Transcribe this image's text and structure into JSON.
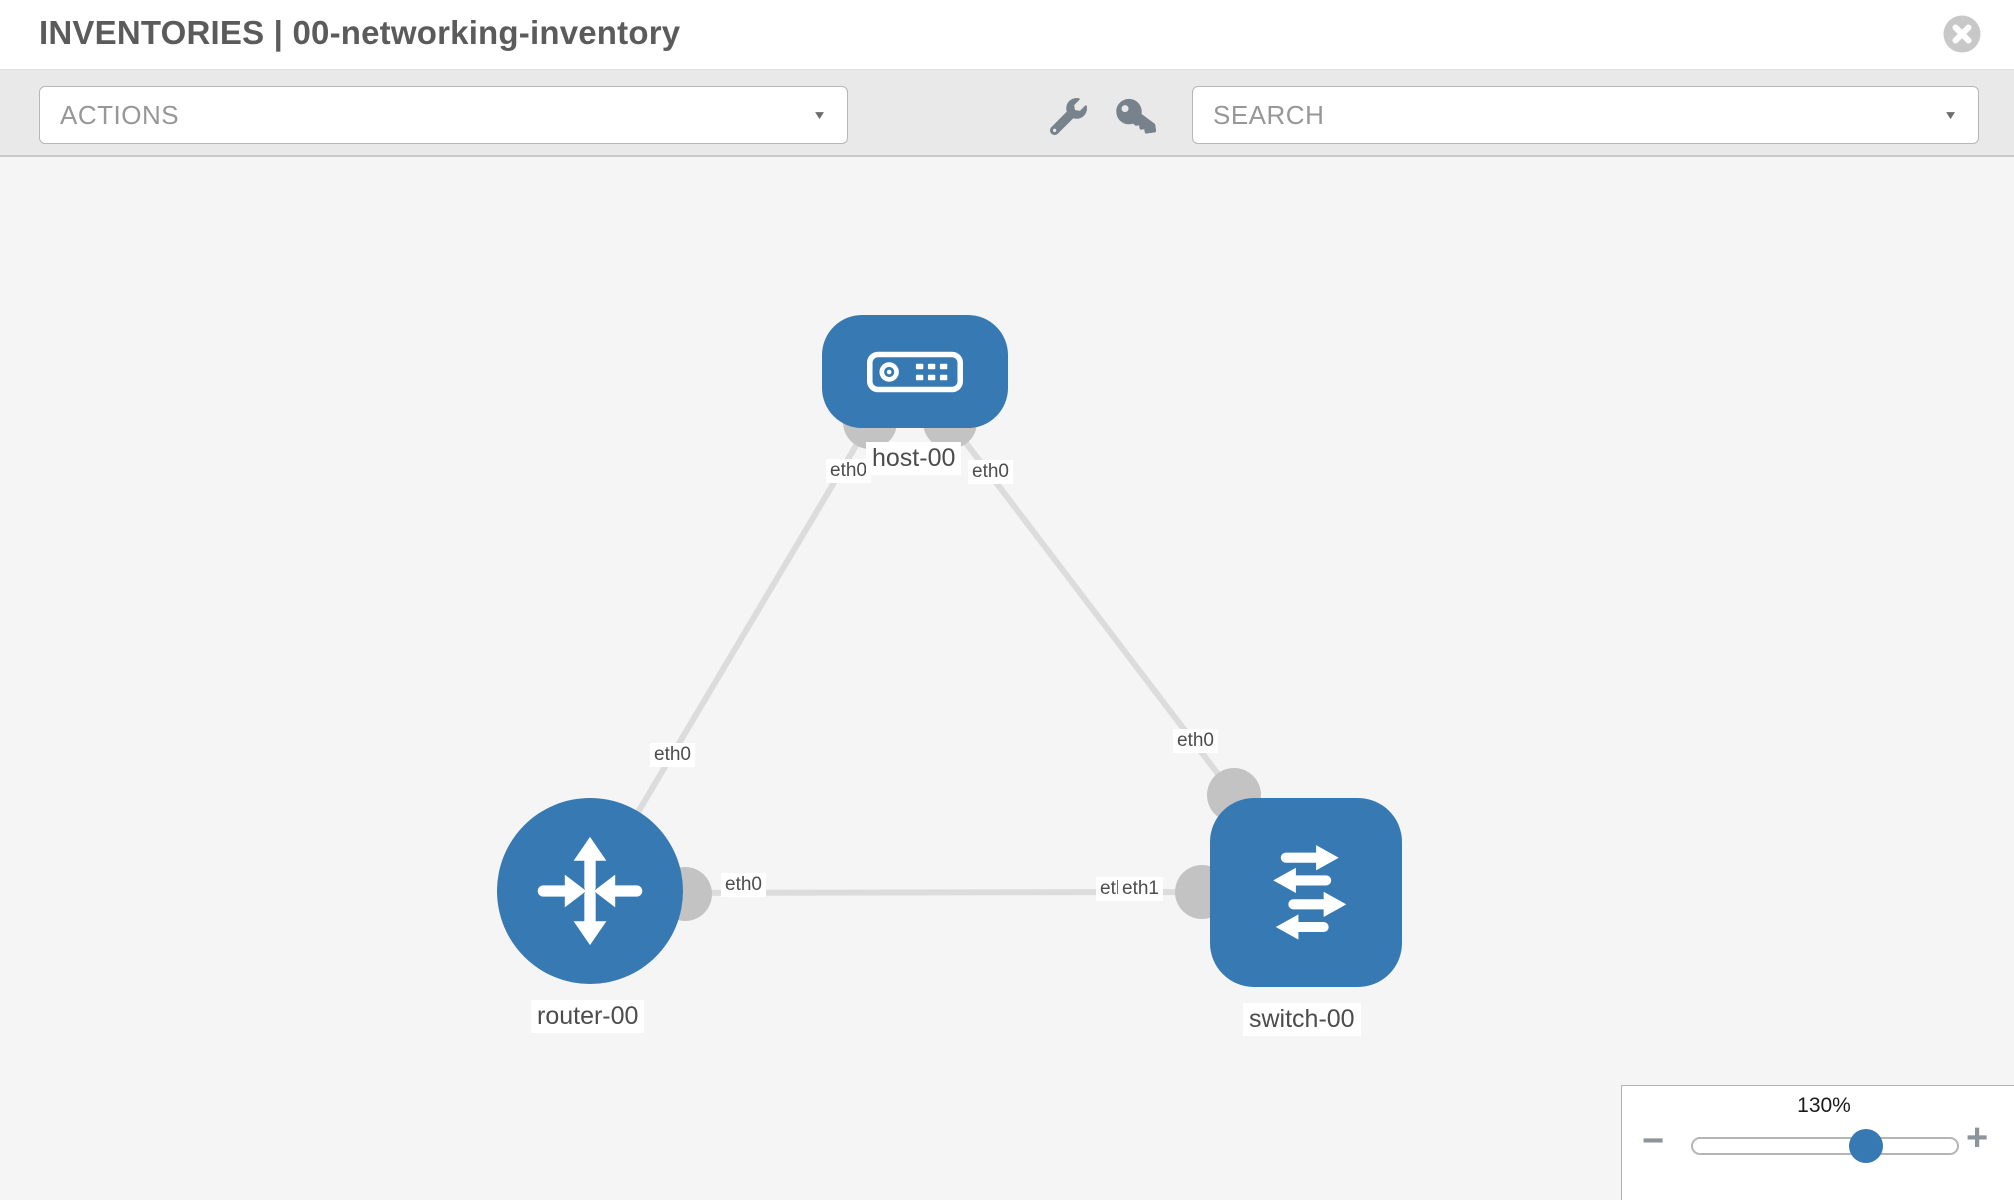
{
  "header": {
    "title": "INVENTORIES | 00-networking-inventory"
  },
  "toolbar": {
    "actions_label": "ACTIONS",
    "search_label": "SEARCH",
    "caret_glyph": "▼"
  },
  "topology": {
    "nodes": [
      {
        "id": "host-00",
        "type": "host",
        "label": "host-00"
      },
      {
        "id": "router-00",
        "type": "router",
        "label": "router-00"
      },
      {
        "id": "switch-00",
        "type": "switch",
        "label": "switch-00"
      }
    ],
    "links": [
      {
        "from": "host-00",
        "to": "router-00",
        "from_interface": "eth0",
        "to_interface": "eth0"
      },
      {
        "from": "host-00",
        "to": "switch-00",
        "from_interface": "eth0",
        "to_interface": "eth0"
      },
      {
        "from": "router-00",
        "to": "switch-00",
        "from_interface": "eth0",
        "to_interface": "eth1",
        "overlapped_interface": "eth0"
      }
    ]
  },
  "zoom_control": {
    "level": "130%",
    "minus_glyph": "−",
    "plus_glyph": "+"
  },
  "colors": {
    "node_blue": "#3779b2",
    "connector_gray": "#c3c3c3",
    "link_gray": "#dcdcdc",
    "canvas_bg": "#f5f5f5",
    "toolbar_bg": "#e9e9e9"
  }
}
